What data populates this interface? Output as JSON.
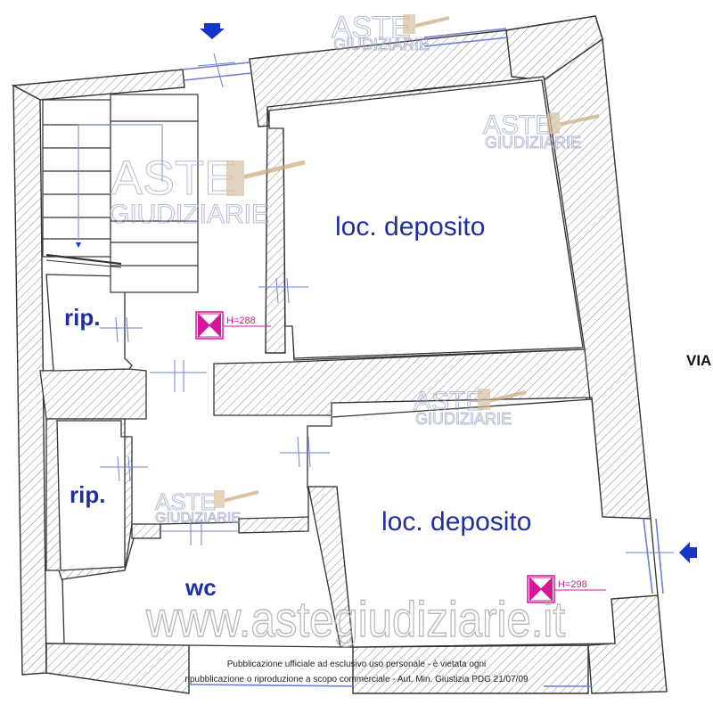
{
  "rooms": {
    "deposito_top": "loc. deposito",
    "deposito_bottom": "loc. deposito",
    "rip_top": "rip.",
    "rip_bottom": "rip.",
    "wc": "wc"
  },
  "heights": {
    "top": "H=288",
    "bottom": "H=298"
  },
  "street_label": "VIA",
  "watermark": {
    "line1": "ASTE",
    "line2": "GIUDIZIARIE",
    "site": "www.astegiudiziarie.it"
  },
  "footer": {
    "line1": "Pubblicazione ufficiale ad esclusivo uso personale - è vietata ogni",
    "line2": "ripubblicazione o riproduzione a scopo commerciale - Aut. Min. Giustizia PDG 21/07/09"
  },
  "colors": {
    "wall_stroke": "#333333",
    "room_label": "#1f2f9e",
    "height_marker": "#d6179c",
    "arrow": "#1535c8",
    "window": "#6f7fd6"
  }
}
